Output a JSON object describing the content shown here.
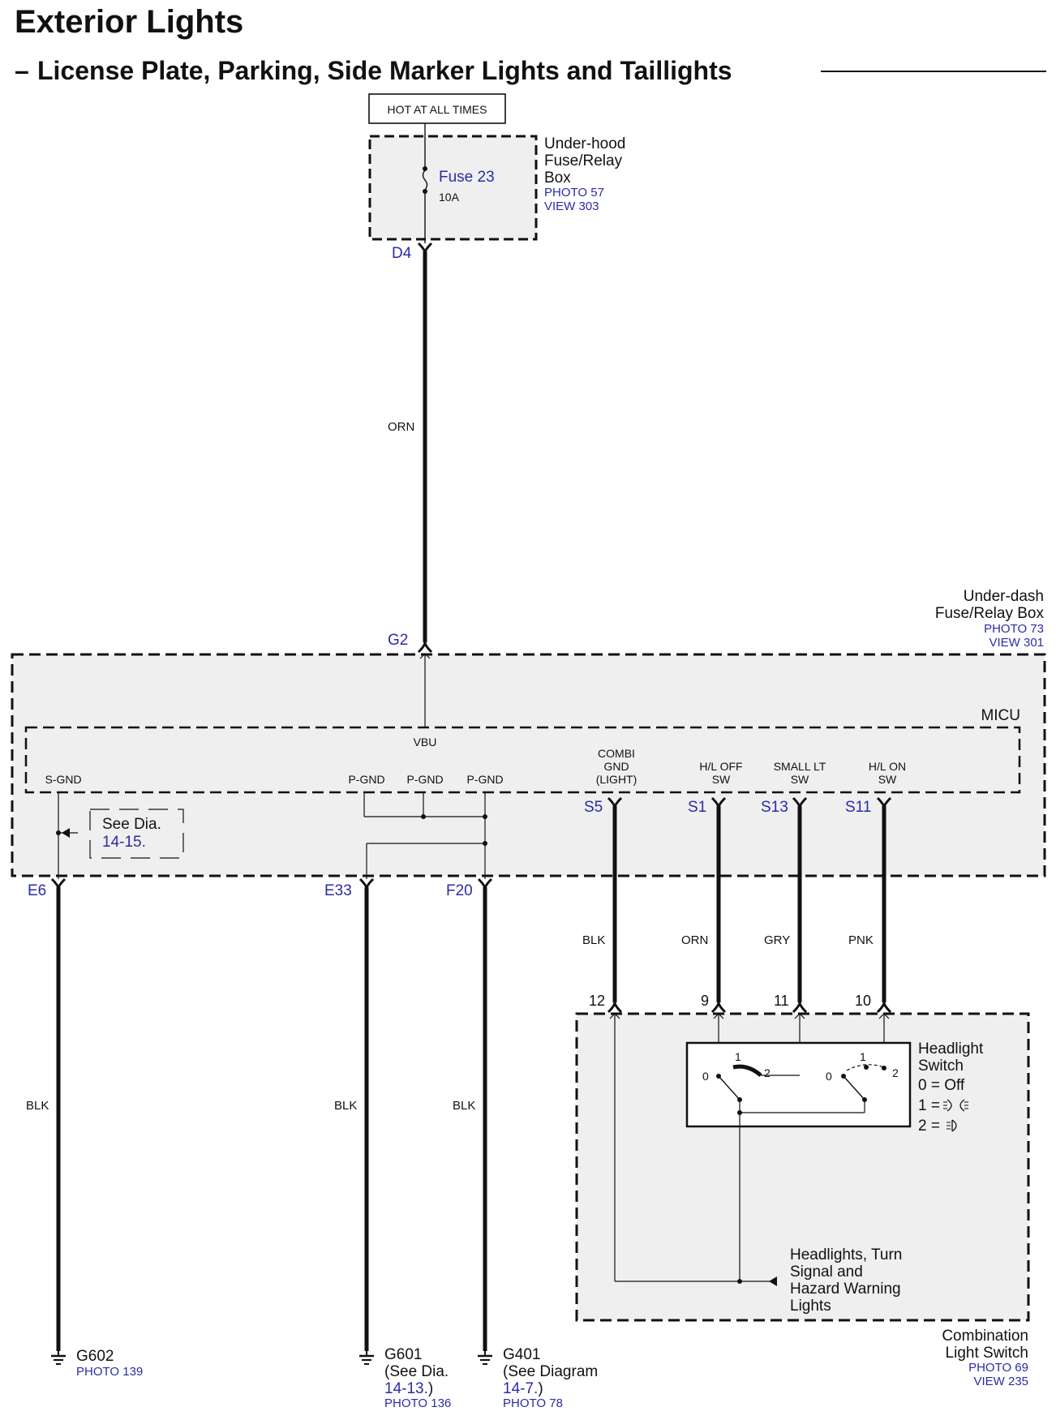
{
  "header": {
    "title": "Exterior Lights",
    "subtitle": "License Plate, Parking, Side Marker Lights and Taillights"
  },
  "power": {
    "label": "HOT AT ALL TIMES"
  },
  "underhood_box": {
    "name_lines": [
      "Under-hood",
      "Fuse/Relay",
      "Box"
    ],
    "photo": "PHOTO 57",
    "view": "VIEW 303",
    "fuse_name": "Fuse 23",
    "fuse_rating": "10A",
    "connector": "D4"
  },
  "main_wire": {
    "color": "ORN"
  },
  "underdash_box": {
    "name_lines": [
      "Under-dash",
      "Fuse/Relay Box"
    ],
    "photo": "PHOTO 73",
    "view": "VIEW 301",
    "connector_in": "G2",
    "micu_label": "MICU",
    "vbu": "VBU",
    "terminals": {
      "s_gnd": "S-GND",
      "p_gnd": "P-GND",
      "combi_lines": [
        "COMBI",
        "GND",
        "(LIGHT)"
      ],
      "hl_off_lines": [
        "H/L OFF",
        "SW"
      ],
      "small_lt_lines": [
        "SMALL LT",
        "SW"
      ],
      "hl_on_lines": [
        "H/L ON",
        "SW"
      ]
    },
    "see_dia": {
      "text": "See Dia.",
      "ref": "14-15."
    }
  },
  "connectors": {
    "e6": "E6",
    "e33": "E33",
    "f20": "F20",
    "s5": "S5",
    "s1": "S1",
    "s13": "S13",
    "s11": "S11"
  },
  "wires": {
    "e6": "BLK",
    "e33": "BLK",
    "f20": "BLK",
    "s5": "BLK",
    "s1": "ORN",
    "s13": "GRY",
    "s11": "PNK"
  },
  "pins": {
    "s5": "12",
    "s1": "9",
    "s13": "11",
    "s11": "10"
  },
  "grounds": {
    "g602": {
      "name": "G602",
      "photo": "PHOTO 139"
    },
    "g601": {
      "name": "G601",
      "line2": "(See Dia.",
      "ref": "14-13.",
      "ref_tail": ")",
      "photo": "PHOTO 136"
    },
    "g401": {
      "name": "G401",
      "line2": "(See Diagram",
      "ref": "14-7.",
      "ref_tail": ")",
      "photo": "PHOTO 78"
    }
  },
  "combination_switch": {
    "name_lines": [
      "Combination",
      "Light Switch"
    ],
    "photo": "PHOTO 69",
    "view": "VIEW 235",
    "headlight_switch_lines": [
      "Headlight",
      "Switch"
    ],
    "legend": [
      "0 = Off",
      "1 =",
      "2 ="
    ],
    "positions": [
      "0",
      "1",
      "2"
    ],
    "note_lines": [
      "Headlights, Turn",
      "Signal and",
      "Hazard Warning",
      "Lights"
    ]
  },
  "icons": [
    "ground-icon",
    "parking-light-icon",
    "headlight-icon",
    "fuse-icon"
  ]
}
